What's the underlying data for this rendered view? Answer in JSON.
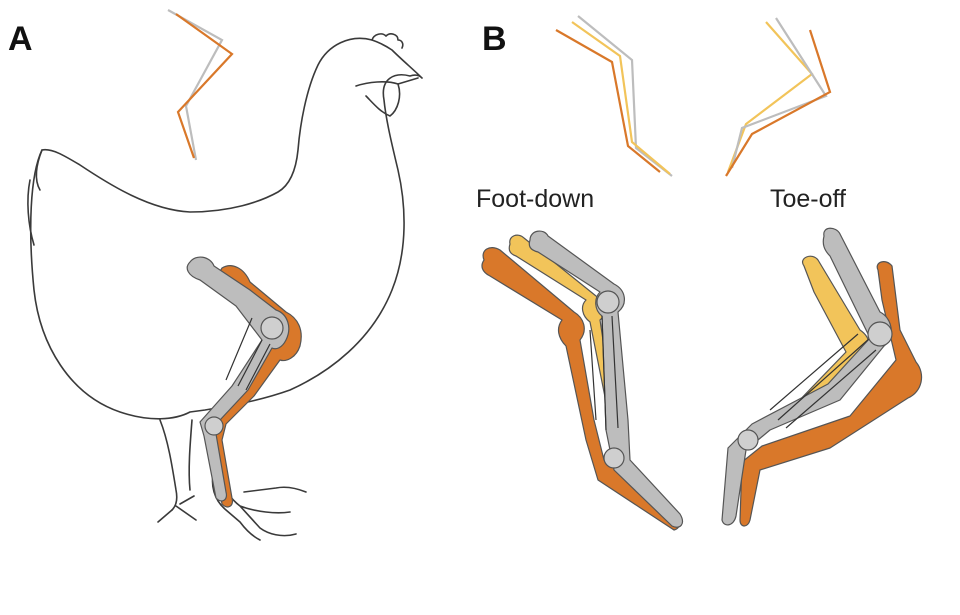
{
  "panels": {
    "a": {
      "letter": "A"
    },
    "b": {
      "letter": "B",
      "pose_left": "Foot-down",
      "pose_right": "Toe-off"
    }
  },
  "colors": {
    "outline": "#3a3a3a",
    "bone_orange": "#d9782a",
    "bone_yellow": "#f2c45a",
    "bone_grey": "#bdbdbd",
    "bone_stroke": "#555555"
  },
  "icons": [
    "chicken-outline",
    "leg-skeleton",
    "stick-figure-limb"
  ]
}
